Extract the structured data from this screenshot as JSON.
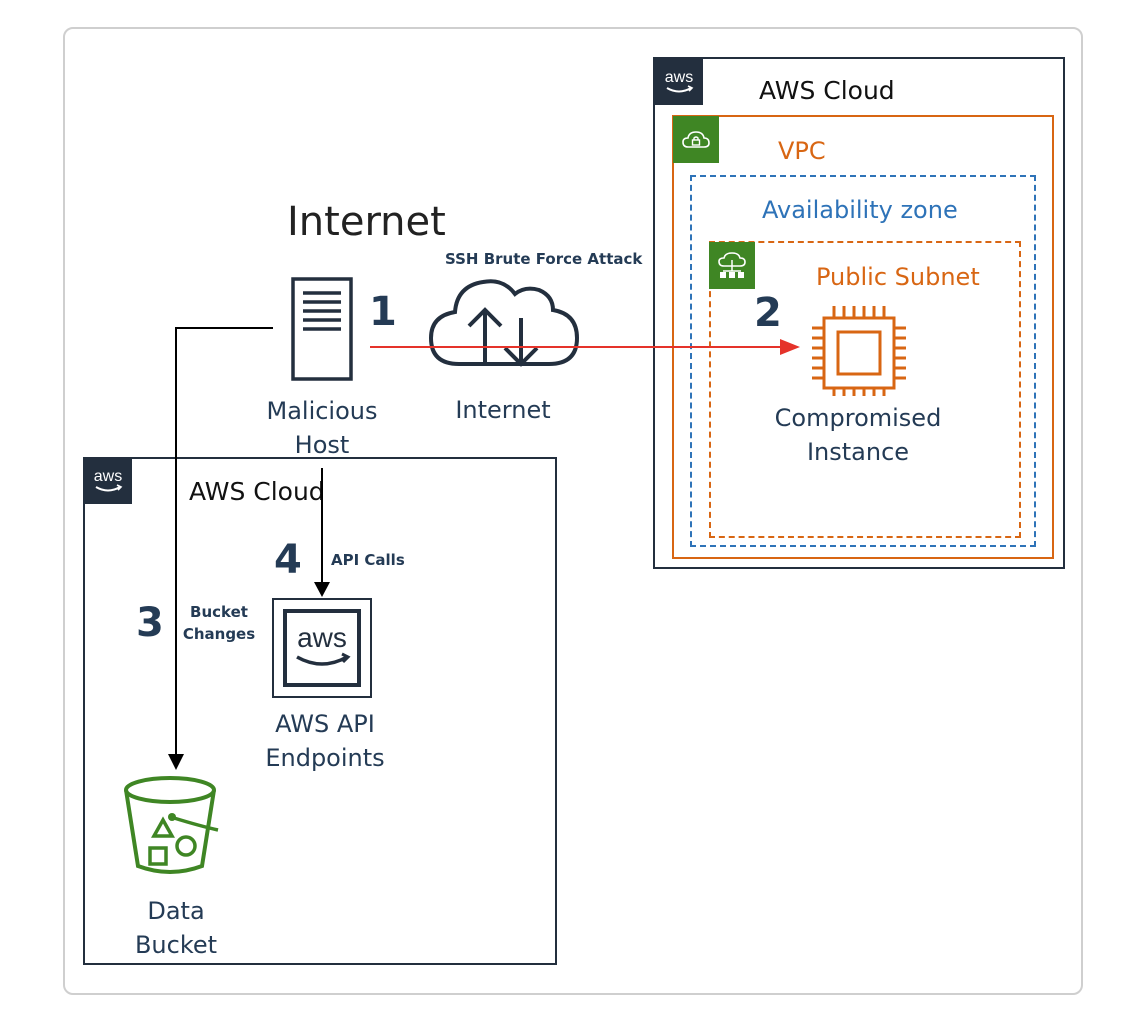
{
  "colors": {
    "aws_dark": "#232F3E",
    "navy_text": "#243B55",
    "vpc_orange": "#D86613",
    "az_blue": "#2E73B8",
    "group_green": "#3F8624",
    "attack_red": "#E5332A",
    "arrow_black": "#000000"
  },
  "internet_title": "Internet",
  "malicious_host": {
    "label_line1": "Malicious",
    "label_line2": "Host",
    "icon": "server-icon"
  },
  "internet_cloud": {
    "label": "Internet",
    "icon": "cloud-upload-download-icon"
  },
  "ssh_attack_label": "SSH Brute Force Attack",
  "right_cloud": {
    "badge": "aws",
    "title": "AWS Cloud",
    "vpc": {
      "label": "VPC",
      "icon": "vpc-lock-cloud-icon"
    },
    "availability_zone": {
      "label": "Availability zone"
    },
    "public_subnet": {
      "label": "Public Subnet",
      "icon": "subnet-network-icon"
    },
    "instance": {
      "label_line1": "Compromised",
      "label_line2": "Instance",
      "icon": "ec2-chip-icon"
    }
  },
  "left_cloud": {
    "badge": "aws",
    "title": "AWS Cloud",
    "api_endpoints": {
      "label_line1": "AWS API",
      "label_line2": "Endpoints",
      "badge": "aws",
      "icon": "aws-api-icon"
    },
    "data_bucket": {
      "label_line1": "Data",
      "label_line2": "Bucket",
      "icon": "s3-bucket-icon"
    }
  },
  "steps": {
    "step1": "1",
    "step2": "2",
    "step3": "3",
    "step4": "4"
  },
  "edge_labels": {
    "bucket_changes_line1": "Bucket",
    "bucket_changes_line2": "Changes",
    "api_calls": "API Calls"
  }
}
